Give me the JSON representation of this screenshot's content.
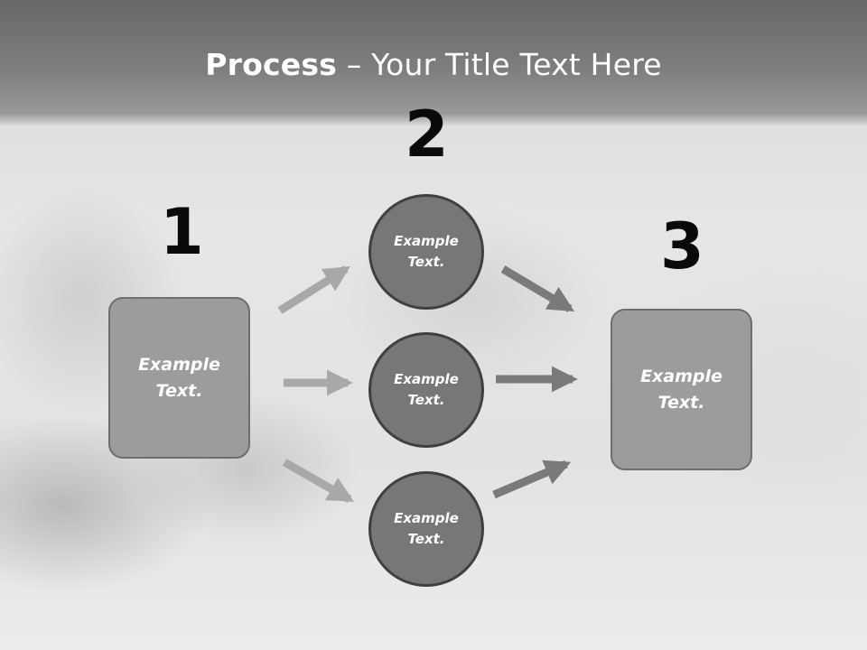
{
  "title": {
    "strong": "Process",
    "rest": " – Your Title Text Here"
  },
  "steps": [
    {
      "number": "1",
      "text": "Example\nText."
    },
    {
      "number": "2",
      "nodes": [
        "Example\nText.",
        "Example\nText.",
        "Example\nText."
      ]
    },
    {
      "number": "3",
      "text": "Example\nText."
    }
  ],
  "colors": {
    "title_band": "#7e7e7e",
    "box_fill": "#9c9c9c",
    "circle_fill": "#777777",
    "arrow_light": "#a8a8a8",
    "arrow_dark": "#7a7a7a"
  }
}
